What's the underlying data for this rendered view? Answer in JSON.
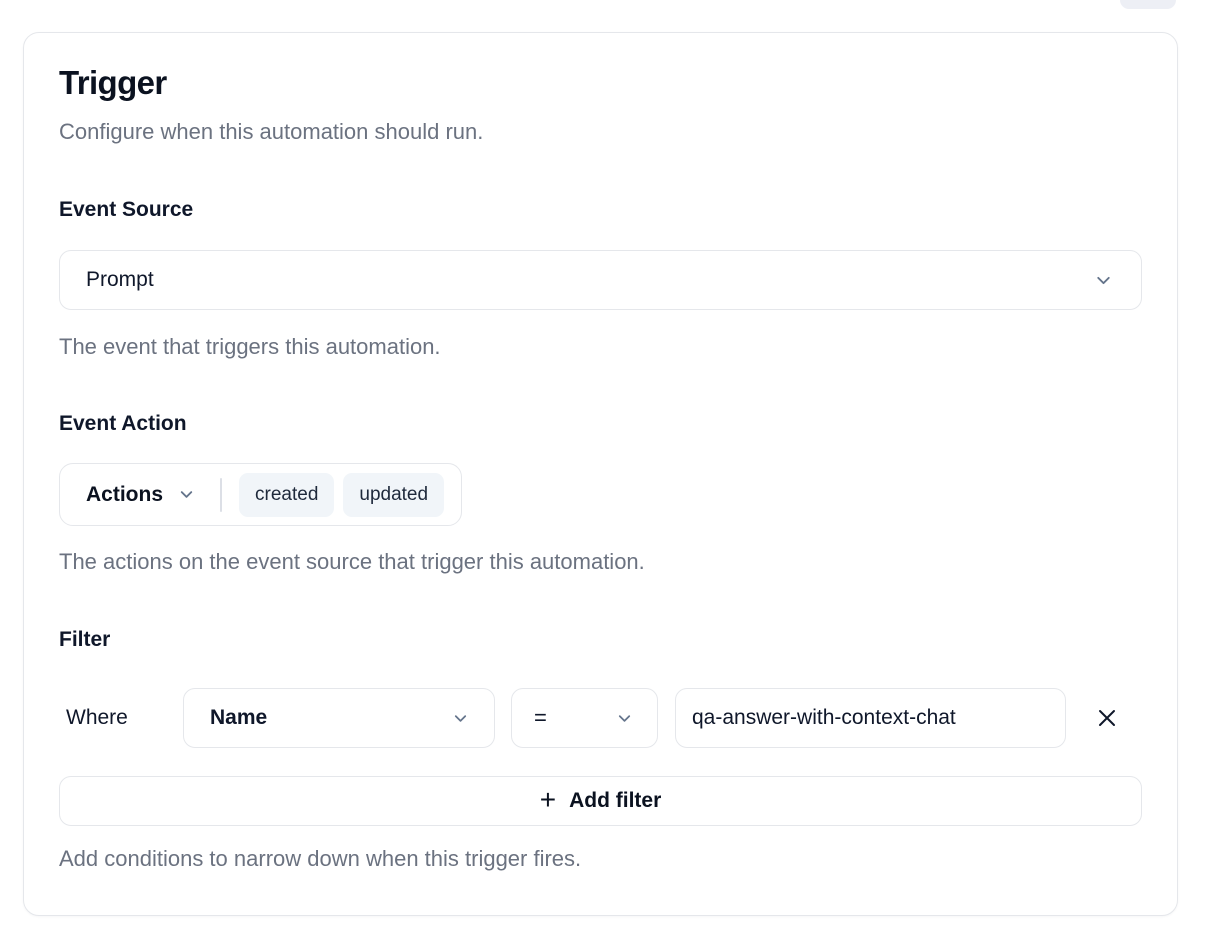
{
  "header": {
    "title": "Trigger",
    "subtitle": "Configure when this automation should run."
  },
  "event_source": {
    "label": "Event Source",
    "select_value": "Prompt",
    "helper": "The event that triggers this automation."
  },
  "event_action": {
    "label": "Event Action",
    "dropdown_label": "Actions",
    "selected_actions": [
      "created",
      "updated"
    ],
    "helper": "The actions on the event source that trigger this automation."
  },
  "filter": {
    "label": "Filter",
    "where_label": "Where",
    "rows": [
      {
        "field": "Name",
        "operator": "=",
        "value": "qa-answer-with-context-chat"
      }
    ],
    "add_button": {
      "plus_icon": "+",
      "label": "Add filter"
    },
    "helper": "Add conditions to narrow down when this trigger fires."
  },
  "icons": {
    "chevron_down": "⌄",
    "close": "✕",
    "plus": "+"
  },
  "colors": {
    "text_primary": "#0f172a",
    "text_muted": "#6b7280",
    "border": "#e5e7eb",
    "chip_bg": "#f1f5f9",
    "chevron": "#64748b",
    "card_bg": "#ffffff"
  }
}
